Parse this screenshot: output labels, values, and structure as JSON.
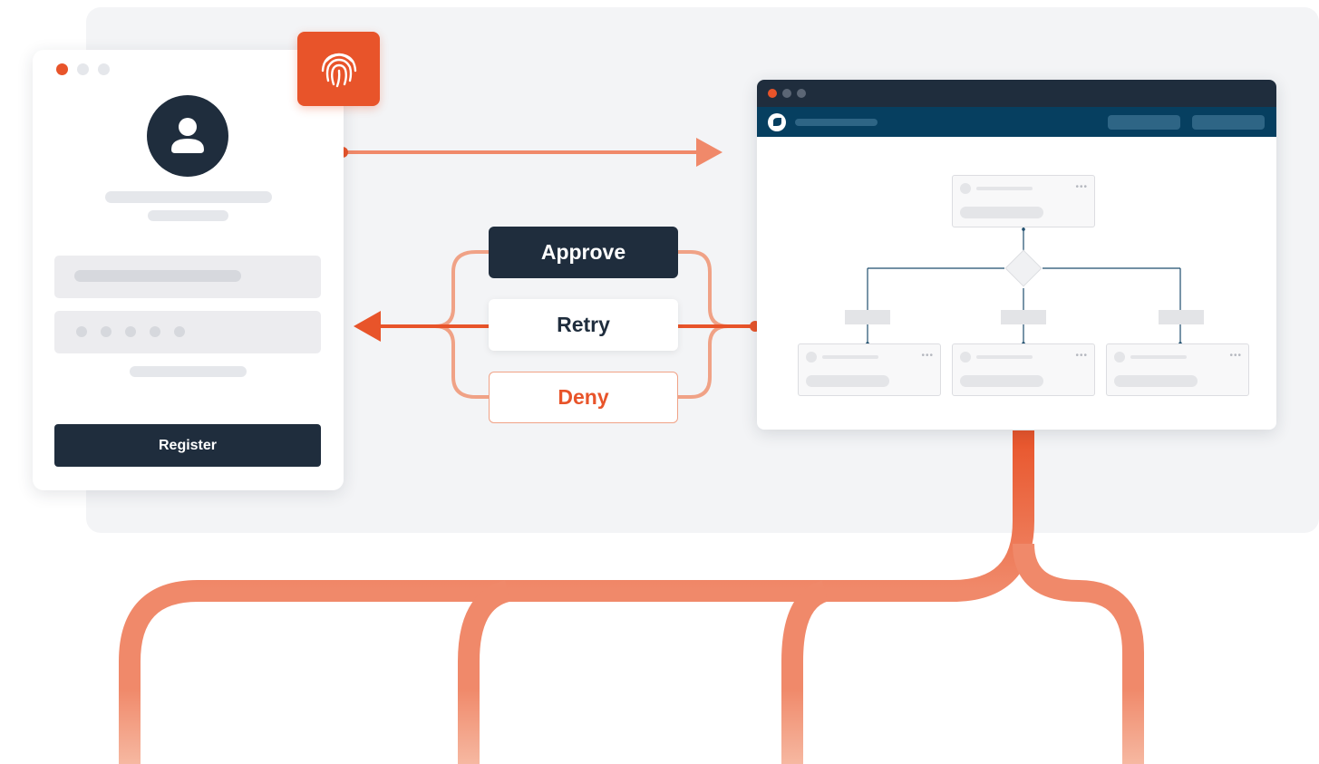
{
  "registration": {
    "register_label": "Register"
  },
  "decisions": {
    "approve_label": "Approve",
    "retry_label": "Retry",
    "deny_label": "Deny"
  },
  "colors": {
    "accent": "#e8542a",
    "accent_light": "#f0896a",
    "navy": "#1f2d3d",
    "nav_blue": "#063f60",
    "panel_bg": "#f3f4f6"
  },
  "icons": {
    "badge": "fingerprint-icon",
    "avatar": "user-icon",
    "workflow_logo": "leaf-logo-icon"
  }
}
